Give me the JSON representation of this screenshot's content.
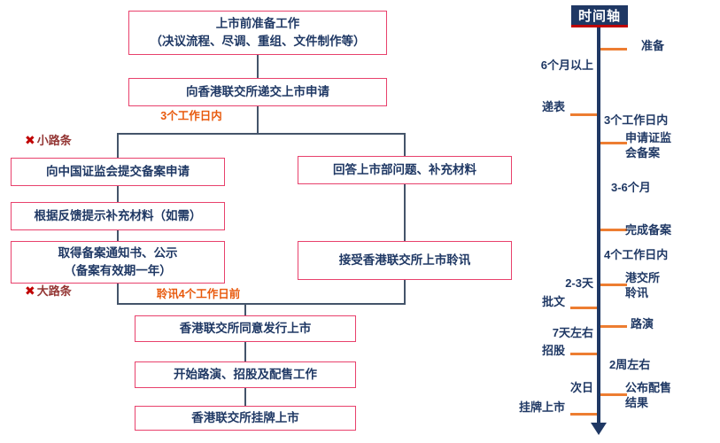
{
  "colors": {
    "box_border": "#e8416c",
    "box_text": "#1f3864",
    "connector": "#44546a",
    "accent_orange": "#e8590c",
    "tick_orange": "#ed7d31",
    "timeline_navy": "#1f3864",
    "marker_red": "#c00000",
    "marker_text": "#943634"
  },
  "flowchart": {
    "prep_box_line1": "上市前准备工作",
    "prep_box_line2": "（决议流程、尽调、重组、文件制作等）",
    "submit_box": "向香港联交所递交上市申请",
    "label_3_working_days": "3个工作日内",
    "csrc_filing_box": "向中国证监会提交备案申请",
    "feedback_box": "根据反馈提示补充材料（如需）",
    "notice_box_line1": "取得备案通知书、公示",
    "notice_box_line2": "（备案有效期一年）",
    "answer_box": "回答上市部问题、补充材料",
    "hearing_box": "接受香港联交所上市聆讯",
    "marker_icon": "✖",
    "small_note": "小路条",
    "big_note": "大路条",
    "label_hearing_4_days": "聆讯4个工作日前",
    "approve_box": "香港联交所同意发行上市",
    "roadshow_box": "开始路演、招股及配售工作",
    "listing_box": "香港联交所挂牌上市"
  },
  "timeline": {
    "title": "时间轴",
    "items": [
      {
        "label": "准备",
        "side": "right",
        "type": "milestone"
      },
      {
        "label": "6个月以上",
        "side": "left",
        "type": "duration"
      },
      {
        "label": "递表",
        "side": "left",
        "type": "milestone"
      },
      {
        "label": "3个工作日内",
        "side": "right",
        "type": "duration"
      },
      {
        "label": "申请证监会备案",
        "side": "right",
        "type": "milestone"
      },
      {
        "label": "3-6个月",
        "side": "right",
        "type": "duration"
      },
      {
        "label": "完成备案",
        "side": "right",
        "type": "milestone"
      },
      {
        "label": "4个工作日内",
        "side": "right",
        "type": "duration"
      },
      {
        "label": "2-3天",
        "side": "left",
        "type": "duration"
      },
      {
        "label": "港交所聆讯",
        "side": "right",
        "type": "milestone"
      },
      {
        "label": "批文",
        "side": "left",
        "type": "milestone"
      },
      {
        "label": "路演",
        "side": "right",
        "type": "milestone"
      },
      {
        "label": "7天左右",
        "side": "left",
        "type": "duration"
      },
      {
        "label": "招股",
        "side": "left",
        "type": "milestone"
      },
      {
        "label": "2周左右",
        "side": "right",
        "type": "duration"
      },
      {
        "label": "次日",
        "side": "left",
        "type": "duration"
      },
      {
        "label": "公布配售结果",
        "side": "right",
        "type": "milestone"
      },
      {
        "label": "挂牌上市",
        "side": "left",
        "type": "milestone"
      }
    ]
  }
}
